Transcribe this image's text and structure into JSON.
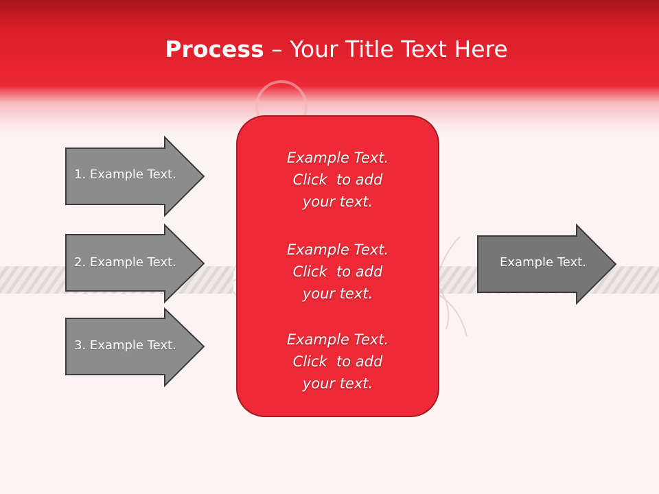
{
  "slide": {
    "title_bold": "Process",
    "title_rest": " – Your Title Text Here"
  },
  "inputs": [
    {
      "label": "1. Example Text."
    },
    {
      "label": "2. Example Text."
    },
    {
      "label": "3. Example Text."
    }
  ],
  "center": {
    "paragraphs": [
      {
        "line1": "Example Text.",
        "line2": "Click  to add",
        "line3": "your text."
      },
      {
        "line1": "Example Text.",
        "line2": "Click  to add",
        "line3": "your text."
      },
      {
        "line1": "Example Text.",
        "line2": "Click  to add",
        "line3": "your text."
      }
    ]
  },
  "output": {
    "label": "Example Text."
  },
  "colors": {
    "accent": "#ec2a36",
    "arrow_fill": "#8c8c8c",
    "arrow_stroke": "#3a3a3a",
    "background": "#fdf3f4"
  }
}
